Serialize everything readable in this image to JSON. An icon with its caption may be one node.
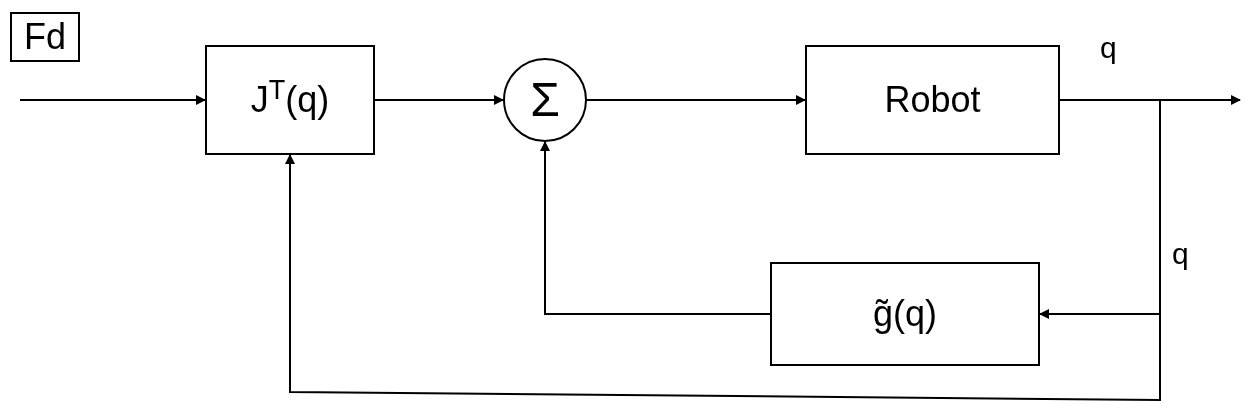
{
  "diagram": {
    "nodes": [
      {
        "text": [
          "Fd"
        ]
      },
      {
        "text": [
          "J$^{T}$(q)"
        ]
      },
      {
        "text": [
          "Σ"
        ]
      },
      {
        "text": [
          "Robot"
        ]
      },
      {
        "text": [
          "g̃(q)"
        ]
      }
    ],
    "edges": [
      {
        "from": 0,
        "to": 1,
        "arrow": "to"
      },
      {
        "from": 1,
        "to": 2,
        "arrow": "to"
      },
      {
        "from": 2,
        "to": 3,
        "arrow": "to"
      },
      {
        "from": 3,
        "to": null,
        "arrow": "to"
      },
      {
        "from": 3,
        "to": 4,
        "arrow": "to"
      },
      {
        "from": 4,
        "to": 2,
        "arrow": "to"
      },
      {
        "from": 3,
        "to": 1,
        "arrow": "to"
      }
    ],
    "labels": [
      "q",
      "q"
    ]
  }
}
